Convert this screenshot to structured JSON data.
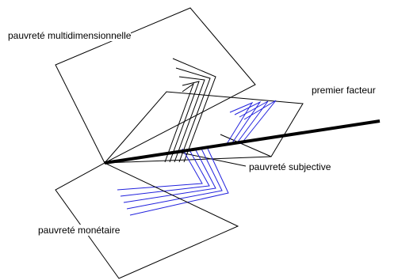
{
  "labels": {
    "multidimensional": "pauvreté multidimensionnelle",
    "first_factor": "premier facteur",
    "subjective": "pauvreté subjective",
    "monetary": "pauvreté monétaire"
  },
  "colors": {
    "black_outline": "#000000",
    "blue_outline": "#2222dd"
  }
}
